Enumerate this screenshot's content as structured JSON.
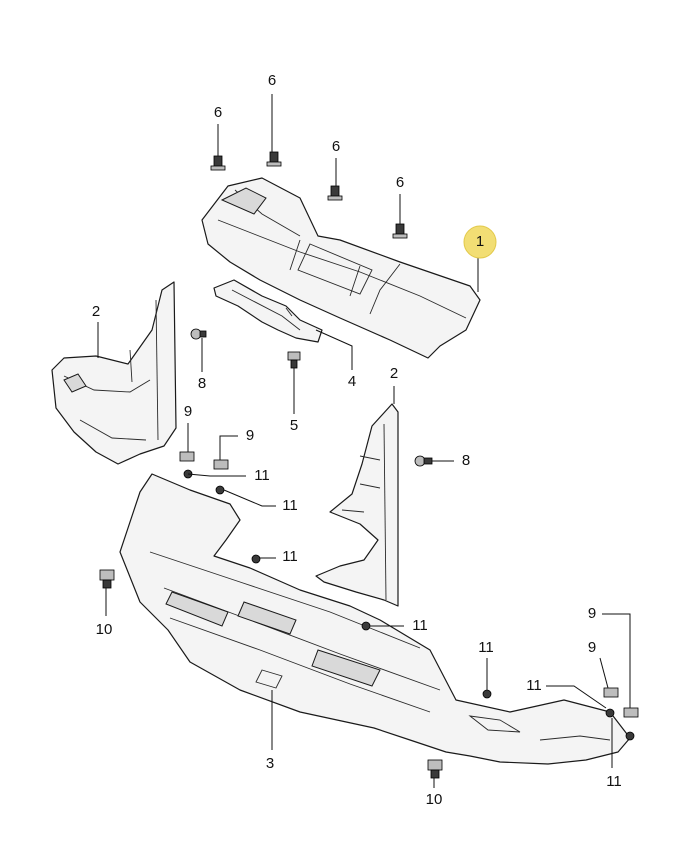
{
  "callouts": [
    {
      "id": "c1",
      "label": "1"
    },
    {
      "id": "c2a",
      "label": "2"
    },
    {
      "id": "c2b",
      "label": "2"
    },
    {
      "id": "c3",
      "label": "3"
    },
    {
      "id": "c4",
      "label": "4"
    },
    {
      "id": "c5",
      "label": "5"
    },
    {
      "id": "c6a",
      "label": "6"
    },
    {
      "id": "c6b",
      "label": "6"
    },
    {
      "id": "c6c",
      "label": "6"
    },
    {
      "id": "c6d",
      "label": "6"
    },
    {
      "id": "c8a",
      "label": "8"
    },
    {
      "id": "c8b",
      "label": "8"
    },
    {
      "id": "c9a",
      "label": "9"
    },
    {
      "id": "c9b",
      "label": "9"
    },
    {
      "id": "c9c",
      "label": "9"
    },
    {
      "id": "c9d",
      "label": "9"
    },
    {
      "id": "c10a",
      "label": "10"
    },
    {
      "id": "c10b",
      "label": "10"
    },
    {
      "id": "c11a",
      "label": "11"
    },
    {
      "id": "c11b",
      "label": "11"
    },
    {
      "id": "c11c",
      "label": "11"
    },
    {
      "id": "c11d",
      "label": "11"
    },
    {
      "id": "c11e",
      "label": "11"
    },
    {
      "id": "c11f",
      "label": "11"
    },
    {
      "id": "c11g",
      "label": "11"
    }
  ],
  "colors": {
    "highlight_badge": "#f2de74",
    "line": "#1a1a1a",
    "part_fill": "#f4f4f4"
  }
}
